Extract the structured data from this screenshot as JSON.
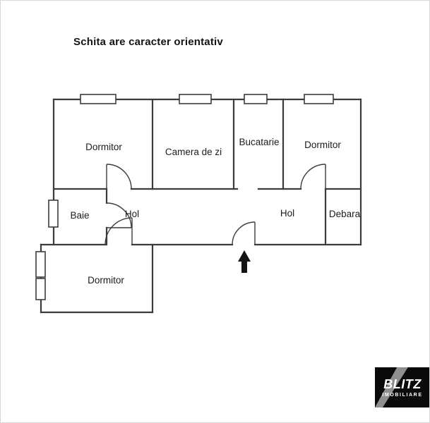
{
  "title": "Schita are caracter orientativ",
  "rooms": {
    "dormitor_top_left": "Dormitor",
    "camera_de_zi": "Camera de zi",
    "bucatarie": "Bucatarie",
    "dormitor_top_right": "Dormitor",
    "baie": "Baie",
    "hol_left": "Hol",
    "hol_right": "Hol",
    "debara": "Debara",
    "dormitor_bottom": "Dormitor"
  },
  "logo": {
    "brand": "BLITZ",
    "sub": "IMOBILIARE"
  },
  "colors": {
    "wall": "#3c3c3c",
    "background": "#ffffff",
    "text": "#1c1c1c",
    "arrow": "#141414",
    "logo_background": "#000000",
    "logo_text": "#ffffff",
    "logo_accent": "#8f8f8f"
  }
}
